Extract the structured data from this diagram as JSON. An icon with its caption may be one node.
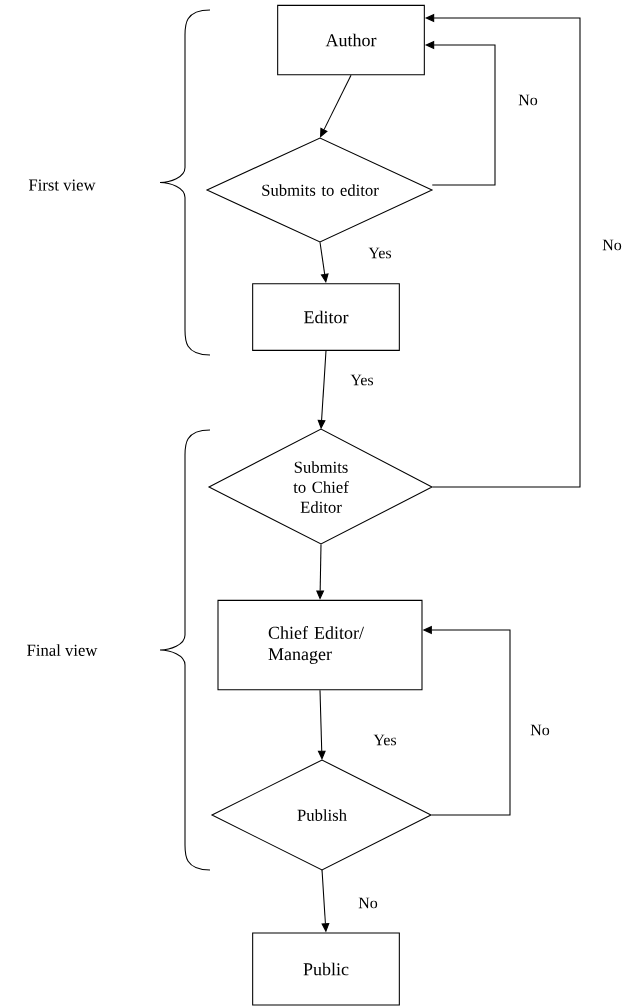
{
  "diagram": {
    "nodes": [
      {
        "text": [
          "Author"
        ]
      },
      {
        "text": [
          "Submits to editor"
        ]
      },
      {
        "text": [
          "Editor"
        ]
      },
      {
        "text": [
          "Submits to Chief Editor"
        ]
      },
      {
        "text": [
          "Chief Editor/ Manager"
        ]
      },
      {
        "text": [
          "Publish"
        ]
      },
      {
        "text": [
          "Public"
        ]
      }
    ],
    "edges": [
      {
        "from": 0,
        "to": 1,
        "arrow": "to"
      },
      {
        "from": 1,
        "to": 0,
        "arrow": "to",
        "label": "No"
      },
      {
        "from": 1,
        "to": 2,
        "arrow": "to",
        "label": "Yes"
      },
      {
        "from": 2,
        "to": 3,
        "arrow": "to",
        "label": "Yes"
      },
      {
        "from": 3,
        "to": 0,
        "arrow": "to",
        "label": "No"
      },
      {
        "from": 3,
        "to": 4,
        "arrow": "to"
      },
      {
        "from": 4,
        "to": 5,
        "arrow": "to",
        "label": "Yes"
      },
      {
        "from": 5,
        "to": 4,
        "arrow": "to",
        "label": "No"
      },
      {
        "from": 5,
        "to": 6,
        "arrow": "to",
        "label": "No"
      }
    ],
    "labels": [
      "First view",
      "Final view"
    ]
  }
}
